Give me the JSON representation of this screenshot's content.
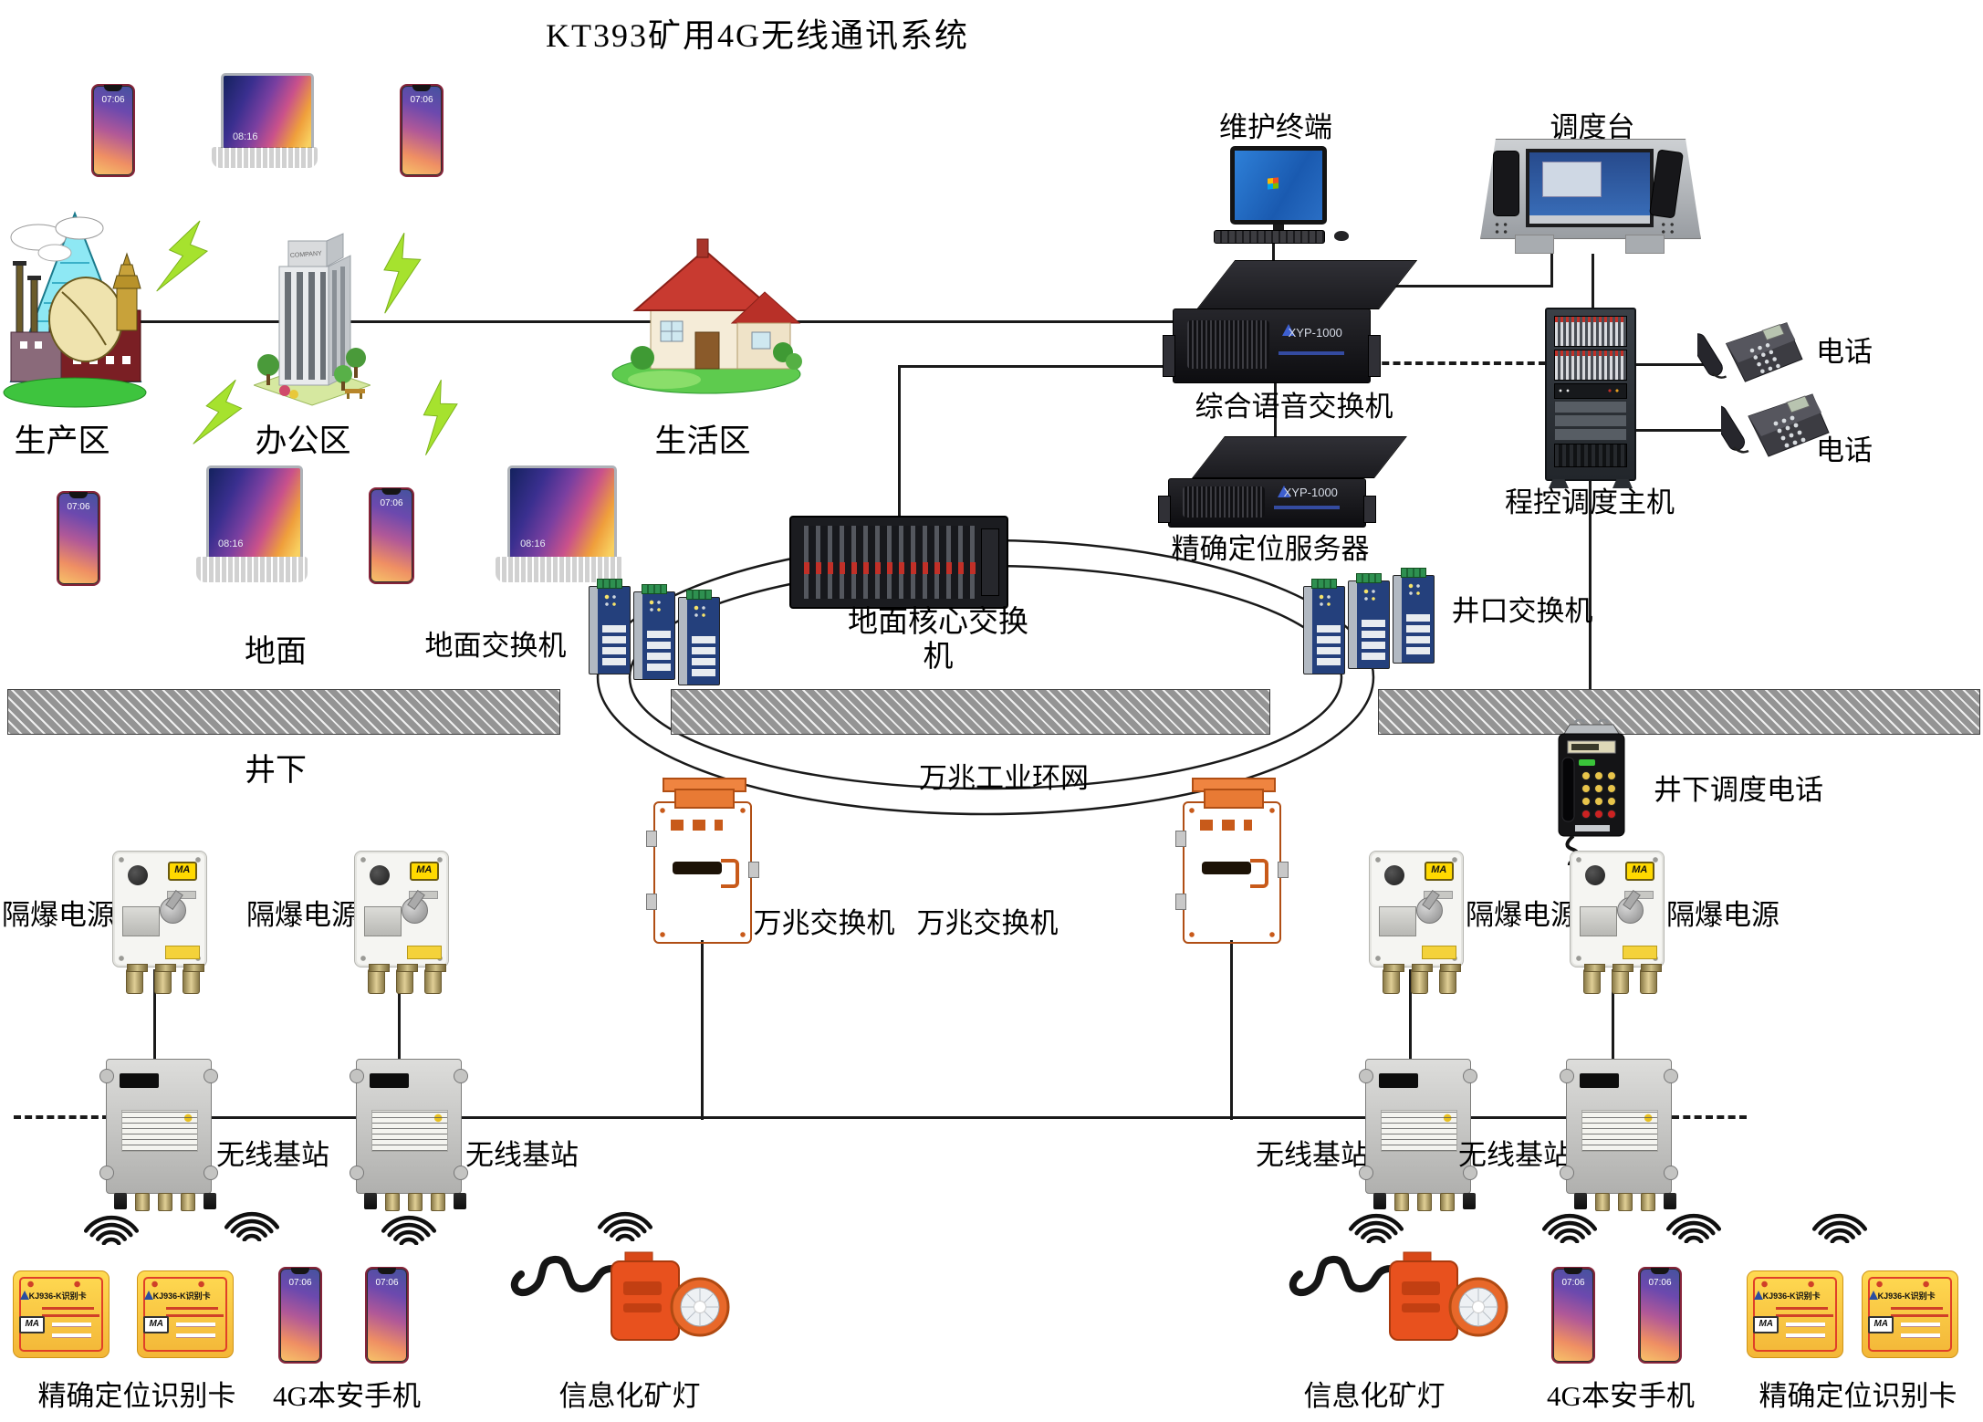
{
  "title": "KT393矿用4G无线通讯系统",
  "zones": {
    "production": "生产区",
    "office": "办公区",
    "living": "生活区"
  },
  "areas": {
    "surface": "地面",
    "underground": "井下"
  },
  "nodes": {
    "maintenance_terminal": "维护终端",
    "dispatch_console": "调度台",
    "voice_switch": "综合语音交换机",
    "positioning_server": "精确定位服务器",
    "dispatch_host": "程控调度主机",
    "telephone": "电话",
    "ground_switch": "地面交换机",
    "core_switch": "地面核心交换机",
    "wellhead_switch": "井口交换机",
    "ring_network": "万兆工业环网",
    "gigabit_switch": "万兆交换机",
    "underground_phone": "井下调度电话",
    "flameproof_power": "隔爆电源",
    "base_station": "无线基站",
    "locator_card": "精确定位识别卡",
    "safe_phone": "4G本安手机",
    "mine_lamp": "信息化矿灯"
  },
  "device_text": {
    "phone_time": "07:06",
    "laptop_time": "08:16",
    "server_model": "XYP-1000",
    "card_model": "KJ936-K识别卡",
    "ma_mark": "MA",
    "company_sign": "COMPANY"
  },
  "colors": {
    "lightning": "#a6e22e",
    "ring_line": "#1a1a1a",
    "orange_switch": "#e8732e",
    "card_yellow": "#f7c83c",
    "ma_yellow": "#ffd900"
  }
}
